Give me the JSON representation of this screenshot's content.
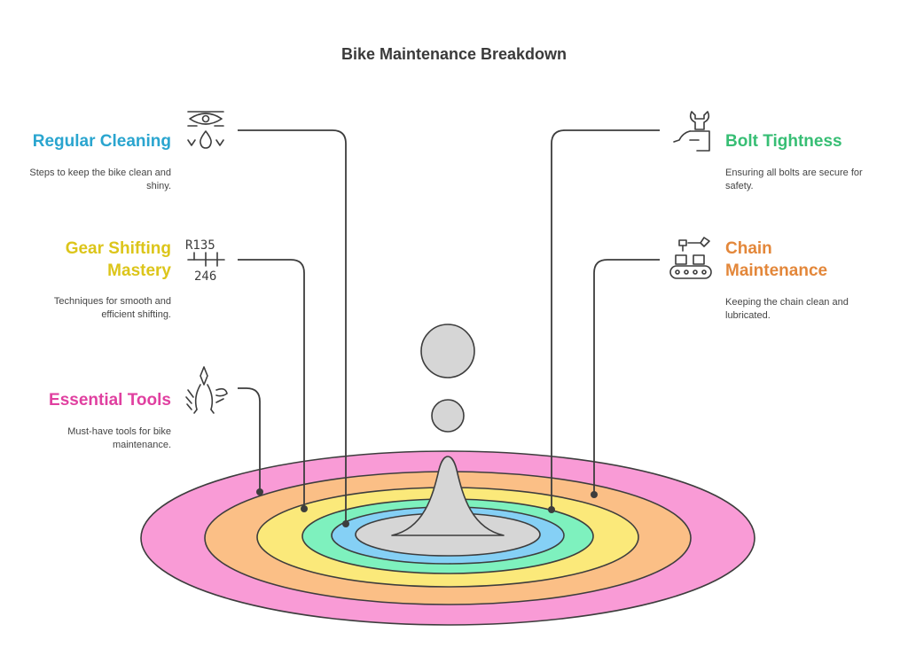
{
  "title": "Bike Maintenance Breakdown",
  "items": {
    "regular_cleaning": {
      "heading": "Regular Cleaning",
      "description": "Steps to keep the bike clean and shiny.",
      "color": "#2aa5cf",
      "ring_color": "#85d0f5",
      "icon": "cleaning-icon"
    },
    "gear_shifting": {
      "heading": "Gear Shifting Mastery",
      "description": "Techniques for smooth and efficient shifting.",
      "color": "#dcc51a",
      "ring_color": "#fbe97a",
      "icon": "gear-shifter-icon",
      "icon_labels": {
        "top": "R135",
        "bottom": "246"
      }
    },
    "essential_tools": {
      "heading": "Essential Tools",
      "description": "Must-have tools for bike maintenance.",
      "color": "#e040a0",
      "ring_color": "#f99bd6",
      "icon": "pliers-tool-icon"
    },
    "bolt_tightness": {
      "heading": "Bolt Tightness",
      "description": "Ensuring all bolts are secure for safety.",
      "color": "#37be74",
      "ring_color": "#7ef1be",
      "icon": "wrench-hand-icon"
    },
    "chain_maintenance": {
      "heading": "Chain Maintenance",
      "description": "Keeping the chain clean and lubricated.",
      "color": "#e3873a",
      "ring_color": "#fbbf86",
      "icon": "conveyor-chain-icon"
    }
  },
  "center_color": "#d6d6d6",
  "connector_color": "#3d3d3d"
}
